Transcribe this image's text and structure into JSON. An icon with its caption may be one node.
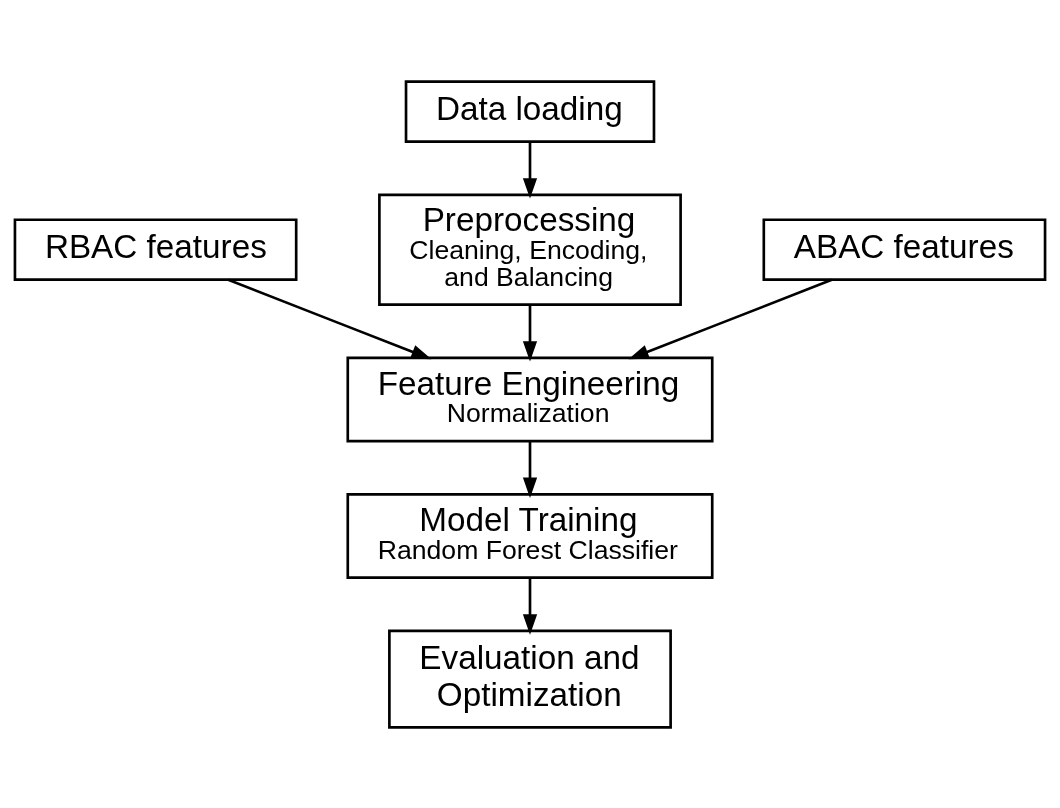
{
  "diagram": {
    "nodes": [
      {
        "text": [
          "Data loading"
        ]
      },
      {
        "text": [
          "Preprocessing",
          "Cleaning, Encoding, and Balancing"
        ]
      },
      {
        "text": [
          "RBAC features"
        ]
      },
      {
        "text": [
          "ABAC features"
        ]
      },
      {
        "text": [
          "Feature Engineering",
          "Normalization"
        ]
      },
      {
        "text": [
          "Model Training",
          "Random Forest Classifier"
        ]
      },
      {
        "text": [
          "Evaluation and Optimization"
        ]
      }
    ],
    "edges": [
      {
        "from": 0,
        "to": 1,
        "arrow": "to"
      },
      {
        "from": 1,
        "to": 4,
        "arrow": "to"
      },
      {
        "from": 2,
        "to": 4,
        "arrow": "to"
      },
      {
        "from": 3,
        "to": 4,
        "arrow": "to"
      },
      {
        "from": 4,
        "to": 5,
        "arrow": "to"
      },
      {
        "from": 5,
        "to": 6,
        "arrow": "to"
      }
    ]
  }
}
